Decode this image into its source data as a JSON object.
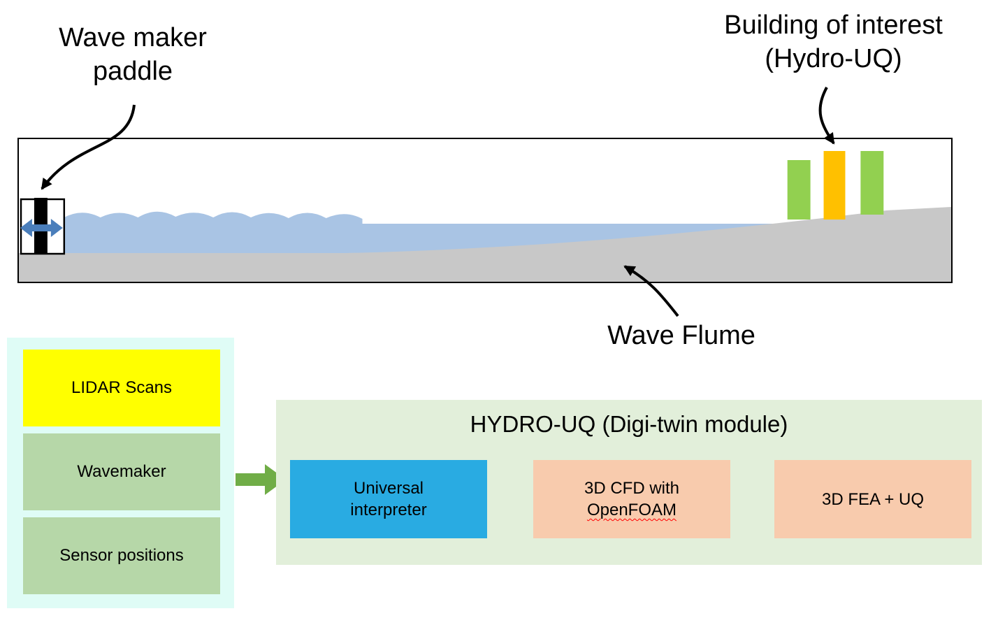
{
  "flume": {
    "wave_maker_label": {
      "line1": "Wave maker",
      "line2": "paddle"
    },
    "building_label": {
      "line1": "Building of interest",
      "line2": "(Hydro-UQ)"
    },
    "wave_flume_label": "Wave Flume"
  },
  "inputs_panel": {
    "items": [
      {
        "label": "LIDAR Scans"
      },
      {
        "label": "Wavemaker"
      },
      {
        "label": "Sensor positions"
      }
    ]
  },
  "module_panel": {
    "title": "HYDRO-UQ (Digi-twin module)",
    "boxes": [
      {
        "line1": "Universal",
        "line2": "interpreter"
      },
      {
        "line1": "3D CFD with",
        "line2": "OpenFOAM"
      },
      {
        "line1": "3D FEA + UQ"
      }
    ]
  },
  "colors": {
    "water": "#a9c4e4",
    "seabed": "#c8c8c8",
    "paddle": "#000000",
    "paddle_motion_arrow": "#4a7ebb",
    "building_green": "#92d050",
    "building_orange": "#ffc000",
    "annotation_ink": "#000000",
    "inputs_panel_bg": "#dffcf6",
    "lidar_box": "#ffff00",
    "input_box_green": "#b6d7a8",
    "flow_arrow": "#70ad47",
    "module_panel_bg": "#e2efda",
    "interpreter_box": "#29abe2",
    "cfd_box": "#f8cbad",
    "fea_box": "#f8cbad",
    "spellcheck_underline": "#ff0000"
  }
}
